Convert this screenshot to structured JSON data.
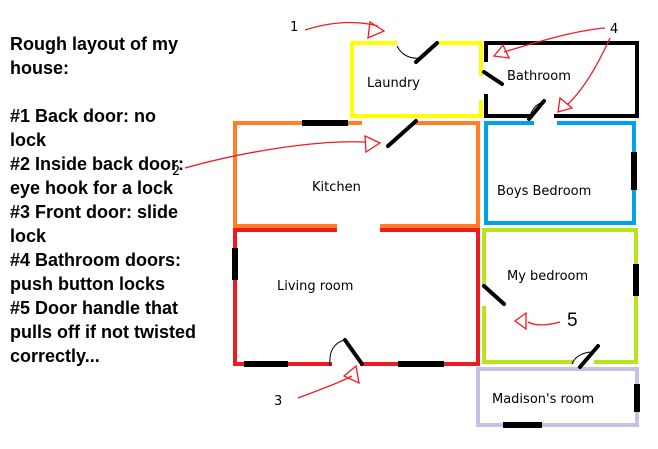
{
  "legend": {
    "title_lines": [
      "Rough layout of my",
      "house:"
    ],
    "note_lines": [
      "#1 Back door: no",
      "lock",
      "#2 Inside back door:",
      "eye hook for a lock",
      "#3  Front door: slide",
      "lock",
      "#4 Bathroom doors:",
      "push button locks",
      "#5 Door handle that",
      "pulls off if not twisted",
      "correctly..."
    ]
  },
  "rooms": {
    "laundry": "Laundry",
    "bathroom": "Bathroom",
    "kitchen": "Kitchen",
    "boys_bedroom": "Boys Bedroom",
    "living_room": "Living room",
    "my_bedroom": "My bedroom",
    "madisons_room": "Madison's room"
  },
  "markers": {
    "one": "1",
    "two": "2",
    "three": "3",
    "four": "4",
    "five": "5"
  },
  "colors": {
    "laundry": "#ffff00",
    "bathroom": "#000000",
    "kitchen": "#ff7f27",
    "boys_bedroom": "#00a2e8",
    "living_room": "#ed1c24",
    "my_bedroom": "#b5e61d",
    "madisons_room": "#c8bfe7",
    "arrows": "#ed1c24",
    "doors": "#000000"
  }
}
